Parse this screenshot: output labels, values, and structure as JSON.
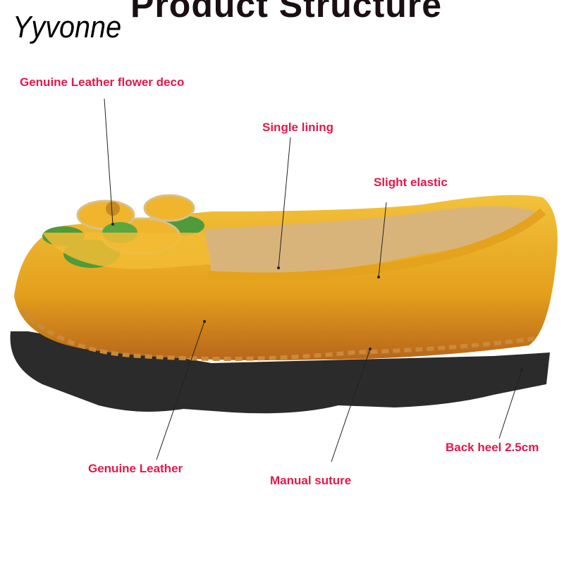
{
  "header": {
    "title": "Product Structure",
    "brand": "Yyvonne"
  },
  "labels": {
    "flower_deco": "Genuine Leather flower deco",
    "single_lining": "Single lining",
    "slight_elastic": "Slight elastic",
    "back_heel": "Back heel 2.5cm",
    "genuine_leather": "Genuine Leather",
    "manual_suture": "Manual suture"
  },
  "colors": {
    "label": "#e8174a",
    "leather": "#e9a61f",
    "sole": "#2b2b2b",
    "petal_green": "#4f9a3a"
  }
}
